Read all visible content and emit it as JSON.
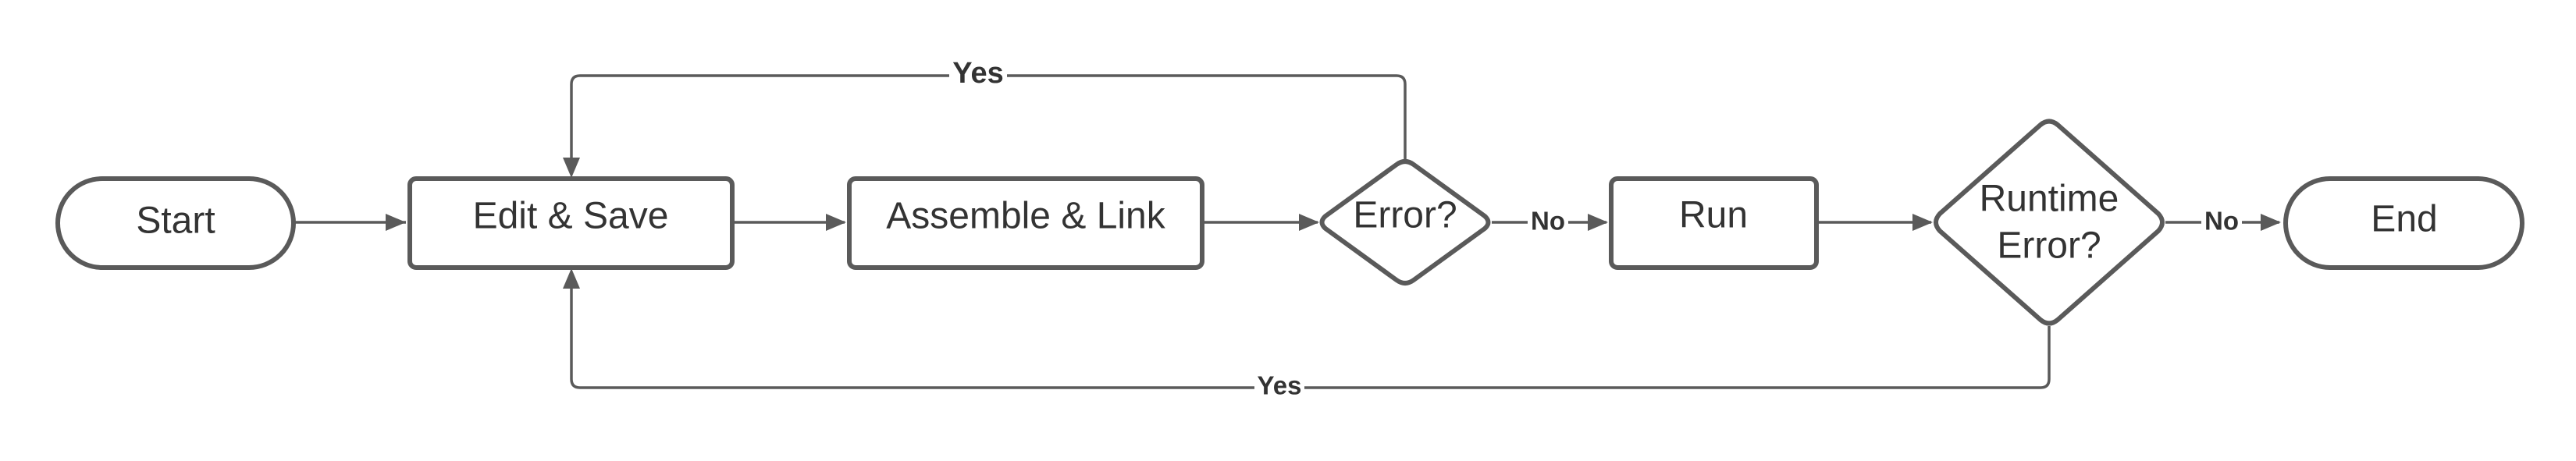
{
  "nodes": {
    "start": "Start",
    "edit_save": "Edit & Save",
    "assemble_link": "Assemble & Link",
    "error_decision": "Error?",
    "run": "Run",
    "runtime_error_line1": "Runtime",
    "runtime_error_line2": "Error?",
    "end": "End"
  },
  "edges": {
    "error_yes": "Yes",
    "error_no": "No",
    "runtime_no": "No",
    "runtime_yes": "Yes"
  },
  "colors": {
    "stroke": "#5a5a5a",
    "text": "#333333",
    "background": "#ffffff"
  }
}
